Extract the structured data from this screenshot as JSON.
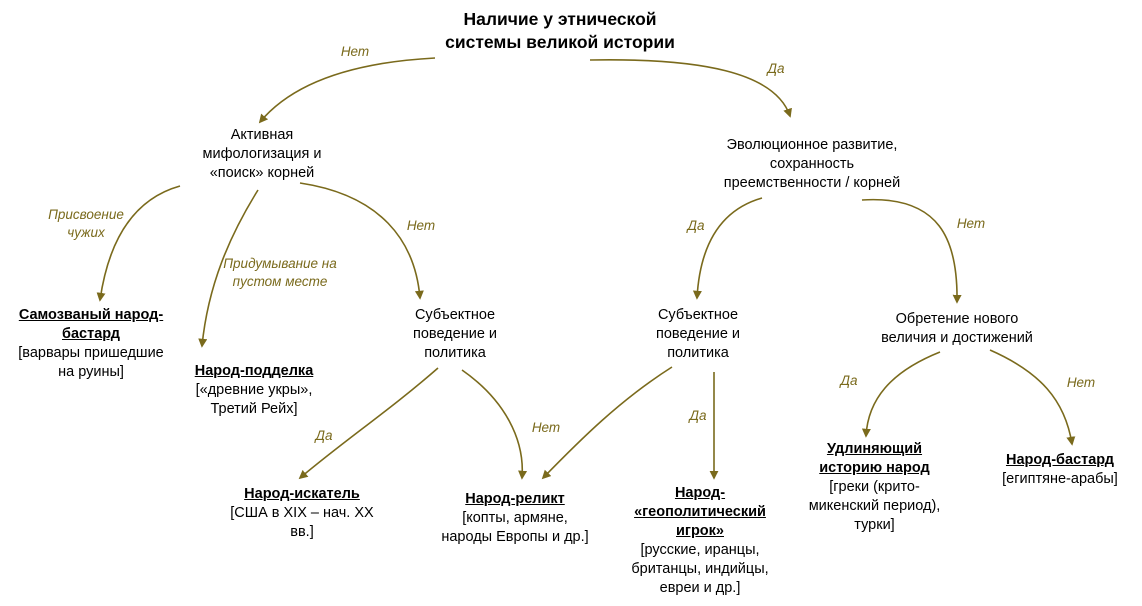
{
  "title": [
    "Наличие у этнической",
    "системы великой истории"
  ],
  "nodes": {
    "active_myth": [
      "Активная",
      "мифологизация и",
      "«поиск» корней"
    ],
    "evolution": [
      "Эволюционное развитие,",
      "сохранность",
      "преемственности / корней"
    ],
    "subject_left": [
      "Субъектное",
      "поведение и",
      "политика"
    ],
    "subject_right": [
      "Субъектное",
      "поведение и",
      "политика"
    ],
    "new_greatness": [
      "Обретение нового",
      "величия и достижений"
    ]
  },
  "leaves": {
    "impostor": {
      "name": [
        "Самозваный народ-",
        "бастард"
      ],
      "desc": [
        "[варвары пришедшие",
        "на руины]"
      ]
    },
    "fake": {
      "name": [
        "Народ-подделка"
      ],
      "desc": [
        "[«древние укры»,",
        "Третий Рейх]"
      ]
    },
    "seeker": {
      "name": [
        "Народ-искатель"
      ],
      "desc": [
        "[США в XIX – нач. XX",
        "вв.]"
      ]
    },
    "relic": {
      "name": [
        "Народ-реликт"
      ],
      "desc": [
        "[копты, армяне,",
        "народы Европы и др.]"
      ]
    },
    "geopolitical": {
      "name": [
        "Народ-",
        "«геополитический",
        "игрок»"
      ],
      "desc": [
        "[русские, иранцы,",
        "британцы, индийцы,",
        "евреи и др.]"
      ]
    },
    "lengthening": {
      "name": [
        "Удлиняющий",
        "историю народ"
      ],
      "desc": [
        "[греки (крито-",
        "микенский период),",
        "турки]"
      ]
    },
    "bastard": {
      "name": [
        "Народ-бастард"
      ],
      "desc": [
        "[египтяне-арабы]"
      ]
    }
  },
  "edge_labels": {
    "root_no": [
      "Нет"
    ],
    "root_yes": [
      "Да"
    ],
    "appropriation": [
      "Присвоение",
      "чужих"
    ],
    "invention": [
      "Придумывание",
      "на пустом",
      "месте"
    ],
    "myth_no": [
      "Нет"
    ],
    "evo_yes": [
      "Да"
    ],
    "evo_no": [
      "Нет"
    ],
    "subj_left_yes": [
      "Да"
    ],
    "subj_right_no": [
      "Нет"
    ],
    "subj_right_yes": [
      "Да"
    ],
    "greatness_yes": [
      "Да"
    ],
    "greatness_no": [
      "Нет"
    ]
  },
  "colors": {
    "arrow": "#7a6a1c",
    "label": "#7a6a1c"
  }
}
